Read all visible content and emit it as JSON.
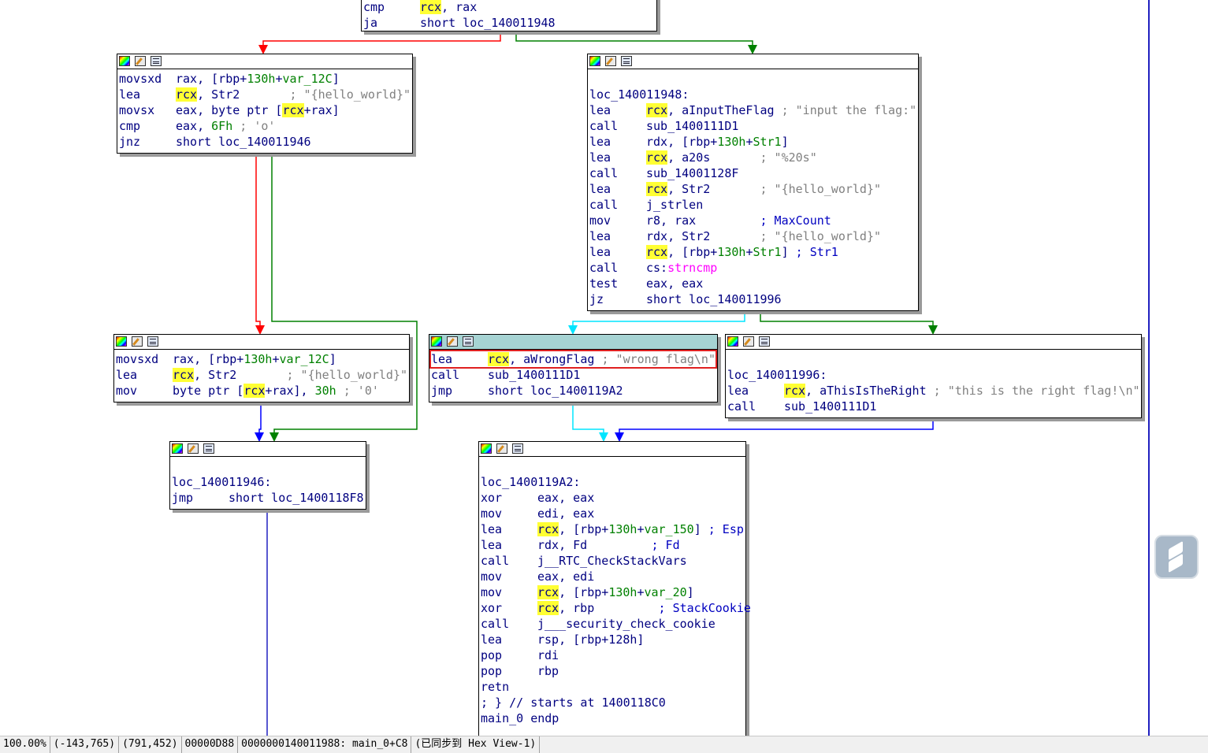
{
  "graph": {
    "top_block": {
      "lines": [
        {
          "mn": "cmp",
          "pre": "",
          "hl": "rcx",
          "post": ", rax"
        },
        {
          "mn": "ja",
          "pre": "short loc_140011948",
          "hl": "",
          "post": ""
        }
      ]
    },
    "block_a": {
      "l1_mn": "movsxd",
      "l1_a": "rax, [rbp+",
      "l1_b": "130h",
      "l1_c": "+",
      "l1_d": "var_12C",
      "l1_e": "]",
      "l2_mn": "lea",
      "l2_hl": "rcx",
      "l2_a": ", Str2       ",
      "l2_cmt": "; \"{hello_world}\"",
      "l3_mn": "movsx",
      "l3_a": "eax, byte ptr [",
      "l3_hl": "rcx",
      "l3_b": "+rax]",
      "l4_mn": "cmp",
      "l4_a": "eax, ",
      "l4_num": "6Fh",
      "l4_cmt": " ; 'o'",
      "l5_mn": "jnz",
      "l5_a": "short loc_140011946"
    },
    "block_b": {
      "label": "loc_140011948:",
      "l1_mn": "lea",
      "l1_hl": "rcx",
      "l1_a": ", aInputTheFlag ",
      "l1_cmt": "; \"input the flag:\"",
      "l2_mn": "call",
      "l2_a": "sub_1400111D1",
      "l3_mn": "lea",
      "l3_a": "rdx, [rbp+",
      "l3_num": "130h",
      "l3_b": "+",
      "l3_var": "Str1",
      "l3_c": "]",
      "l4_mn": "lea",
      "l4_hl": "rcx",
      "l4_a": ", a20s       ",
      "l4_cmt": "; \"%20s\"",
      "l5_mn": "call",
      "l5_a": "sub_14001128F",
      "l6_mn": "lea",
      "l6_hl": "rcx",
      "l6_a": ", Str2       ",
      "l6_cmt": "; \"{hello_world}\"",
      "l7_mn": "call",
      "l7_a": "j_strlen",
      "l8_mn": "mov",
      "l8_a": "r8, rax         ",
      "l8_cmt": "; MaxCount",
      "l9_mn": "lea",
      "l9_a": "rdx, Str2       ",
      "l9_cmt": "; \"{hello_world}\"",
      "l10_mn": "lea",
      "l10_hl": "rcx",
      "l10_a": ", [rbp+",
      "l10_num": "130h",
      "l10_b": "+",
      "l10_var": "Str1",
      "l10_c": "] ",
      "l10_cmt": "; Str1",
      "l11_mn": "call",
      "l11_a": "cs:",
      "l11_imp": "strncmp",
      "l12_mn": "test",
      "l12_a": "eax, eax",
      "l13_mn": "jz",
      "l13_a": "short loc_140011996"
    },
    "block_c": {
      "l1_mn": "movsxd",
      "l1_a": "rax, [rbp+",
      "l1_num": "130h",
      "l1_b": "+",
      "l1_var": "var_12C",
      "l1_c": "]",
      "l2_mn": "lea",
      "l2_hl": "rcx",
      "l2_a": ", Str2       ",
      "l2_cmt": "; \"{hello_world}\"",
      "l3_mn": "mov",
      "l3_a": "byte ptr [",
      "l3_hl": "rcx",
      "l3_b": "+rax], ",
      "l3_num": "30h",
      "l3_cmt": " ; '0'"
    },
    "block_d": {
      "l1_mn": "lea",
      "l1_hl": "rcx",
      "l1_a": ", aWrongFlag ",
      "l1_cmt": "; \"wrong flag\\n\"",
      "l2_mn": "call",
      "l2_a": "sub_1400111D1",
      "l3_mn": "jmp",
      "l3_a": "short loc_1400119A2"
    },
    "block_e": {
      "label": "loc_140011996:",
      "l1_mn": "lea",
      "l1_hl": "rcx",
      "l1_a": ", aThisIsTheRight ",
      "l1_cmt": "; \"this is the right flag!\\n\"",
      "l2_mn": "call",
      "l2_a": "sub_1400111D1"
    },
    "block_f": {
      "label": "loc_140011946:",
      "l1_mn": "jmp",
      "l1_a": "short loc_1400118F8"
    },
    "block_g": {
      "label": "loc_1400119A2:",
      "l1_mn": "xor",
      "l1_a": "eax, eax",
      "l2_mn": "mov",
      "l2_a": "edi, eax",
      "l3_mn": "lea",
      "l3_hl": "rcx",
      "l3_a": ", [rbp+",
      "l3_num": "130h",
      "l3_b": "+",
      "l3_var": "var_150",
      "l3_c": "] ",
      "l3_cmt": "; Esp",
      "l4_mn": "lea",
      "l4_a": "rdx, Fd         ",
      "l4_cmt": "; Fd",
      "l5_mn": "call",
      "l5_a": "j__RTC_CheckStackVars",
      "l6_mn": "mov",
      "l6_a": "eax, edi",
      "l7_mn": "mov",
      "l7_hl": "rcx",
      "l7_a": ", [rbp+",
      "l7_num": "130h",
      "l7_b": "+",
      "l7_var": "var_20",
      "l7_c": "]",
      "l8_mn": "xor",
      "l8_hl": "rcx",
      "l8_a": ", rbp         ",
      "l8_cmt": "; StackCookie",
      "l9_mn": "call",
      "l9_a": "j___security_check_cookie",
      "l10_mn": "lea",
      "l10_a": "rsp, [rbp+128h]",
      "l11_mn": "pop",
      "l11_a": "rdi",
      "l12_mn": "pop",
      "l12_a": "rbp",
      "l13_mn": "retn",
      "l13_a": "",
      "l14": "; } // starts at 1400118C0",
      "l15": "main_0 endp"
    }
  },
  "colors": {
    "edge_false": "#ff0000",
    "edge_true": "#008000",
    "edge_uncond": "#0000ff",
    "edge_selected": "#00e5ff",
    "highlight": "#ffff33"
  },
  "status_bar": {
    "zoom": "100.00%",
    "graph_coords": "(-143,765)",
    "mouse_coords": "(791,452)",
    "file_offset": "00000D88",
    "address": "0000000140011988: main_0+C8",
    "sync": "(已同步到 Hex View-1)"
  },
  "icons": [
    "color-palette-icon",
    "rename-pencil-icon",
    "graph-overview-icon",
    "floating-assistant-icon"
  ]
}
